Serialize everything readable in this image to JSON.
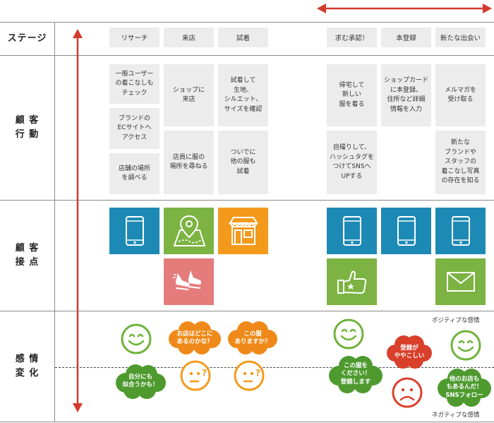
{
  "colors": {
    "arrow": "#d33a2c",
    "cell_bg": "#ececec",
    "blue": "#1d8ab5",
    "green": "#7cb342",
    "orange": "#f39a1d",
    "pink": "#e57c7c",
    "face_green": "#6fb23b",
    "face_orange": "#f39a1d",
    "face_red": "#d9402b",
    "cloud_green": "#4e9a2f",
    "cloud_orange": "#ef8a1a",
    "cloud_red": "#d9402b"
  },
  "row_labels": {
    "stage": "ステージ",
    "action": "顧 客\n行 動",
    "touchpoint": "顧 客\n接 点",
    "emotion": "感 情\n変 化"
  },
  "stages": [
    "リサーチ",
    "来店",
    "試着",
    "求む承認！",
    "本登録",
    "新たな出会い"
  ],
  "actions": {
    "research": [
      "一般ユーザー\nの着こなしも\nチェック",
      "ブランドの\nECサイトへ\nアクセス",
      "店舗の場所\nを調べる"
    ],
    "visit": [
      "ショップに\n来店",
      "店員に服の\n場所を尋ねる"
    ],
    "try_on": [
      "試着して\n生地、\nシルエット、\nサイズを確認",
      "ついでに\n他の服も\n試着"
    ],
    "approval": [
      "帰宅して\n新しい\n服を着る",
      "自撮りして、\nハッシュタグを\nつけてSNSへ\nUPする"
    ],
    "register": [
      "ショップカード\nに本登録。\n住所など詳細\n情報を入力"
    ],
    "new_encounter": [
      "メルマガを\n受け取る",
      "新たな\nブランドや\nスタッフの\n着こなし写真\nの存在を知る"
    ]
  },
  "touchpoints": {
    "icons": [
      "smartphone-icon",
      "map-pin-icon",
      "storefront-icon",
      "walking-shoes-icon",
      "smartphone-icon",
      "smartphone-icon",
      "smartphone-icon",
      "thumbs-up-star-icon",
      "envelope-icon"
    ]
  },
  "emotion": {
    "positive_label": "ポジティブな感情",
    "negative_label": "ネガティブな感情",
    "bubbles": [
      "自分にも\n似合うかも！",
      "お店はどこに\nあるのかな？",
      "この服\nありますか？",
      "この服を\nください！\n登録します",
      "登録が\nややこしい",
      "他のお店も\nもあるんだ！\nSNSフォロー"
    ],
    "faces": [
      "smile-face-icon",
      "confused-face-icon",
      "confused-face-icon",
      "smile-face-icon",
      "sad-face-icon",
      "smile-face-icon"
    ]
  }
}
